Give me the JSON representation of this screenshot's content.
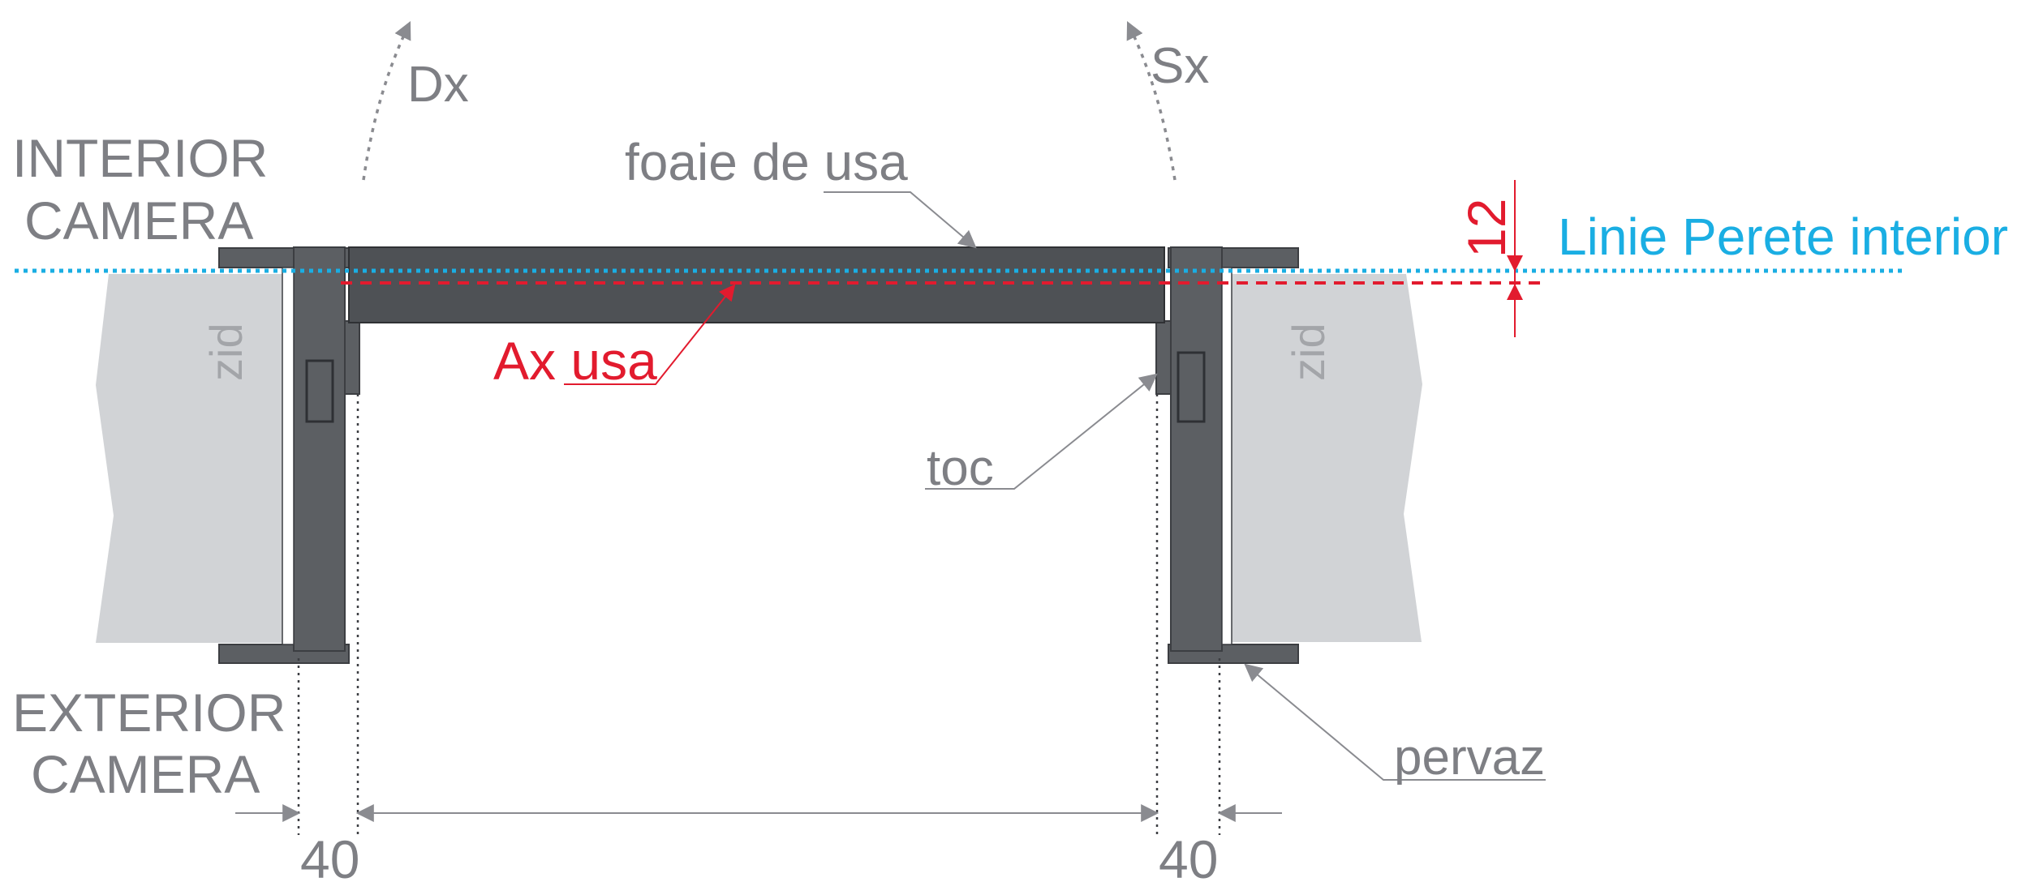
{
  "labels": {
    "interior_line1": "INTERIOR",
    "interior_line2": "CAMERA",
    "exterior_line1": "EXTERIOR",
    "exterior_line2": "CAMERA",
    "swing_right": "Dx",
    "swing_left": "Sx",
    "door_leaf": "foaie de usa",
    "door_axis": "Ax usa",
    "interior_wall_line": "Linie Perete interior",
    "wall_left": "zid",
    "wall_right": "zid",
    "frame": "toc",
    "casing": "pervaz",
    "offset_dimension": "12",
    "frame_dimension_left": "40",
    "frame_dimension_right": "40"
  },
  "colors": {
    "wall_fill": "#d1d3d6",
    "frame_fill": "#5c5f63",
    "leaf_fill": "#4e5155",
    "label_gray": "#7e7f84",
    "axis_red": "#e21b2e",
    "interior_line_blue": "#1aaee3"
  }
}
